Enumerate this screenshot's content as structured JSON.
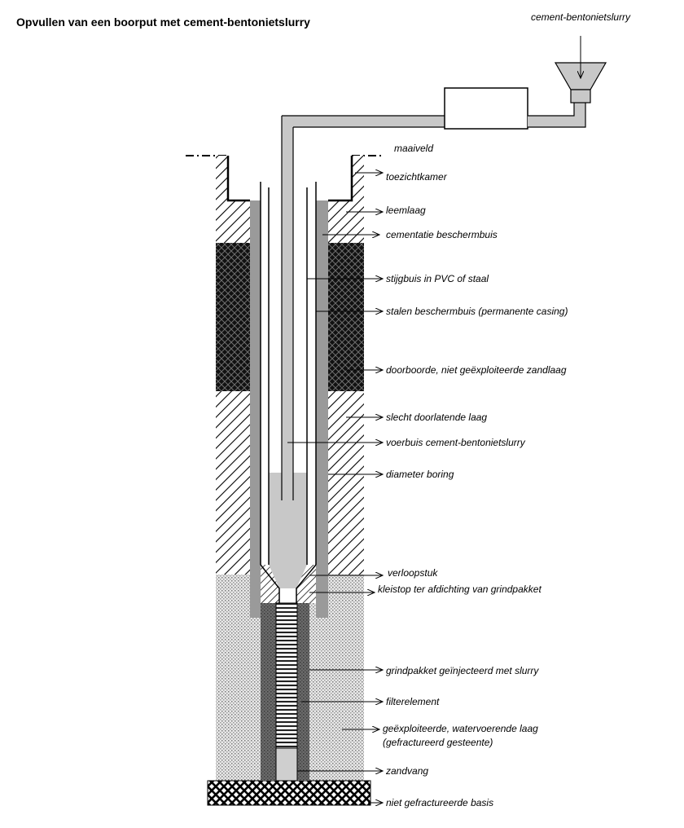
{
  "title": "Opvullen van een boorput met cement-bentonietslurry",
  "labels": {
    "slurry_source": "cement-bentonietslurry",
    "maaiveld": "maaiveld",
    "toezichtkamer": "toezichtkamer",
    "leemlaag": "leemlaag",
    "cementatie": "cementatie beschermbuis",
    "stijgbuis": "stijgbuis in PVC of staal",
    "stalen_beschermbuis": "stalen beschermbuis (permanente casing)",
    "doorboorde_zandlaag": "doorboorde, niet geëxploiteerde zandlaag",
    "slecht_doorlatend": "slecht doorlatende laag",
    "voerbuis": "voerbuis cement-bentonietslurry",
    "diameter_boring": "diameter boring",
    "verloopstuk": "verloopstuk",
    "kleistop": "kleistop ter afdichting van grindpakket",
    "grindpakket": "grindpakket geïnjecteerd met slurry",
    "filterelement": "filterelement",
    "watervoerende_laag_1": "geëxploiteerde, watervoerende laag",
    "watervoerende_laag_2": "(gefractureerd gesteente)",
    "zandvang": "zandvang",
    "basis": "niet gefractureerde basis"
  },
  "colors": {
    "slurry": "#c8c8c8",
    "casing": "#9a9a9a",
    "grout_dark": "#555555",
    "sand_dark": "#111111",
    "dots": "#8a8a8a"
  }
}
